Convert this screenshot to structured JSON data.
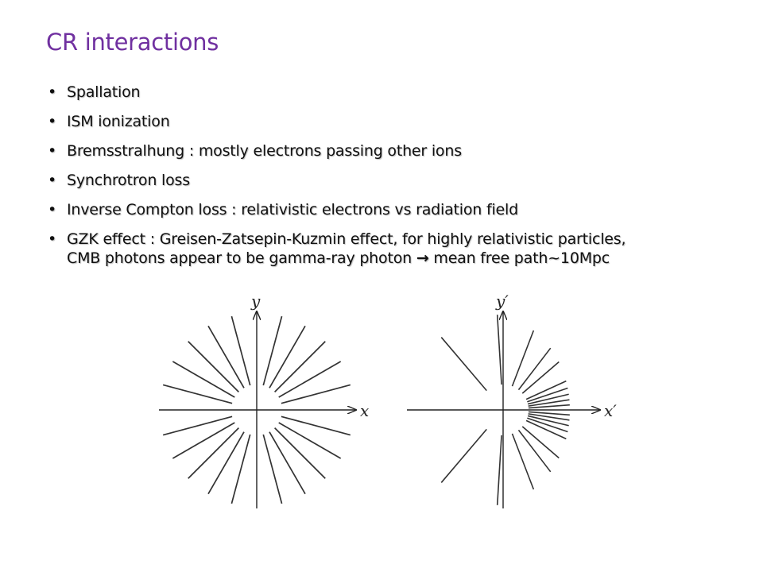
{
  "slide": {
    "title": "CR interactions",
    "title_color": "#7030a0",
    "bullet_char": "•",
    "arrow_char": "→",
    "bullets": [
      "Spallation",
      "ISM ionization",
      "Bremsstralhung : mostly electrons passing other ions",
      "Synchrotron loss",
      "Inverse Compton loss : relativistic electrons vs radiation field"
    ],
    "last_bullet": {
      "line1": "GZK effect : Greisen-Zatsepin-Kuzmin effect, for highly relativistic particles,",
      "line2_before": "CMB photons appear to be gamma-ray photon ",
      "line2_after": " mean free path~10Mpc"
    }
  },
  "figure": {
    "left": {
      "x_label": "x",
      "y_label": "y"
    },
    "right": {
      "x_label": "x′",
      "y_label": "y′"
    }
  }
}
